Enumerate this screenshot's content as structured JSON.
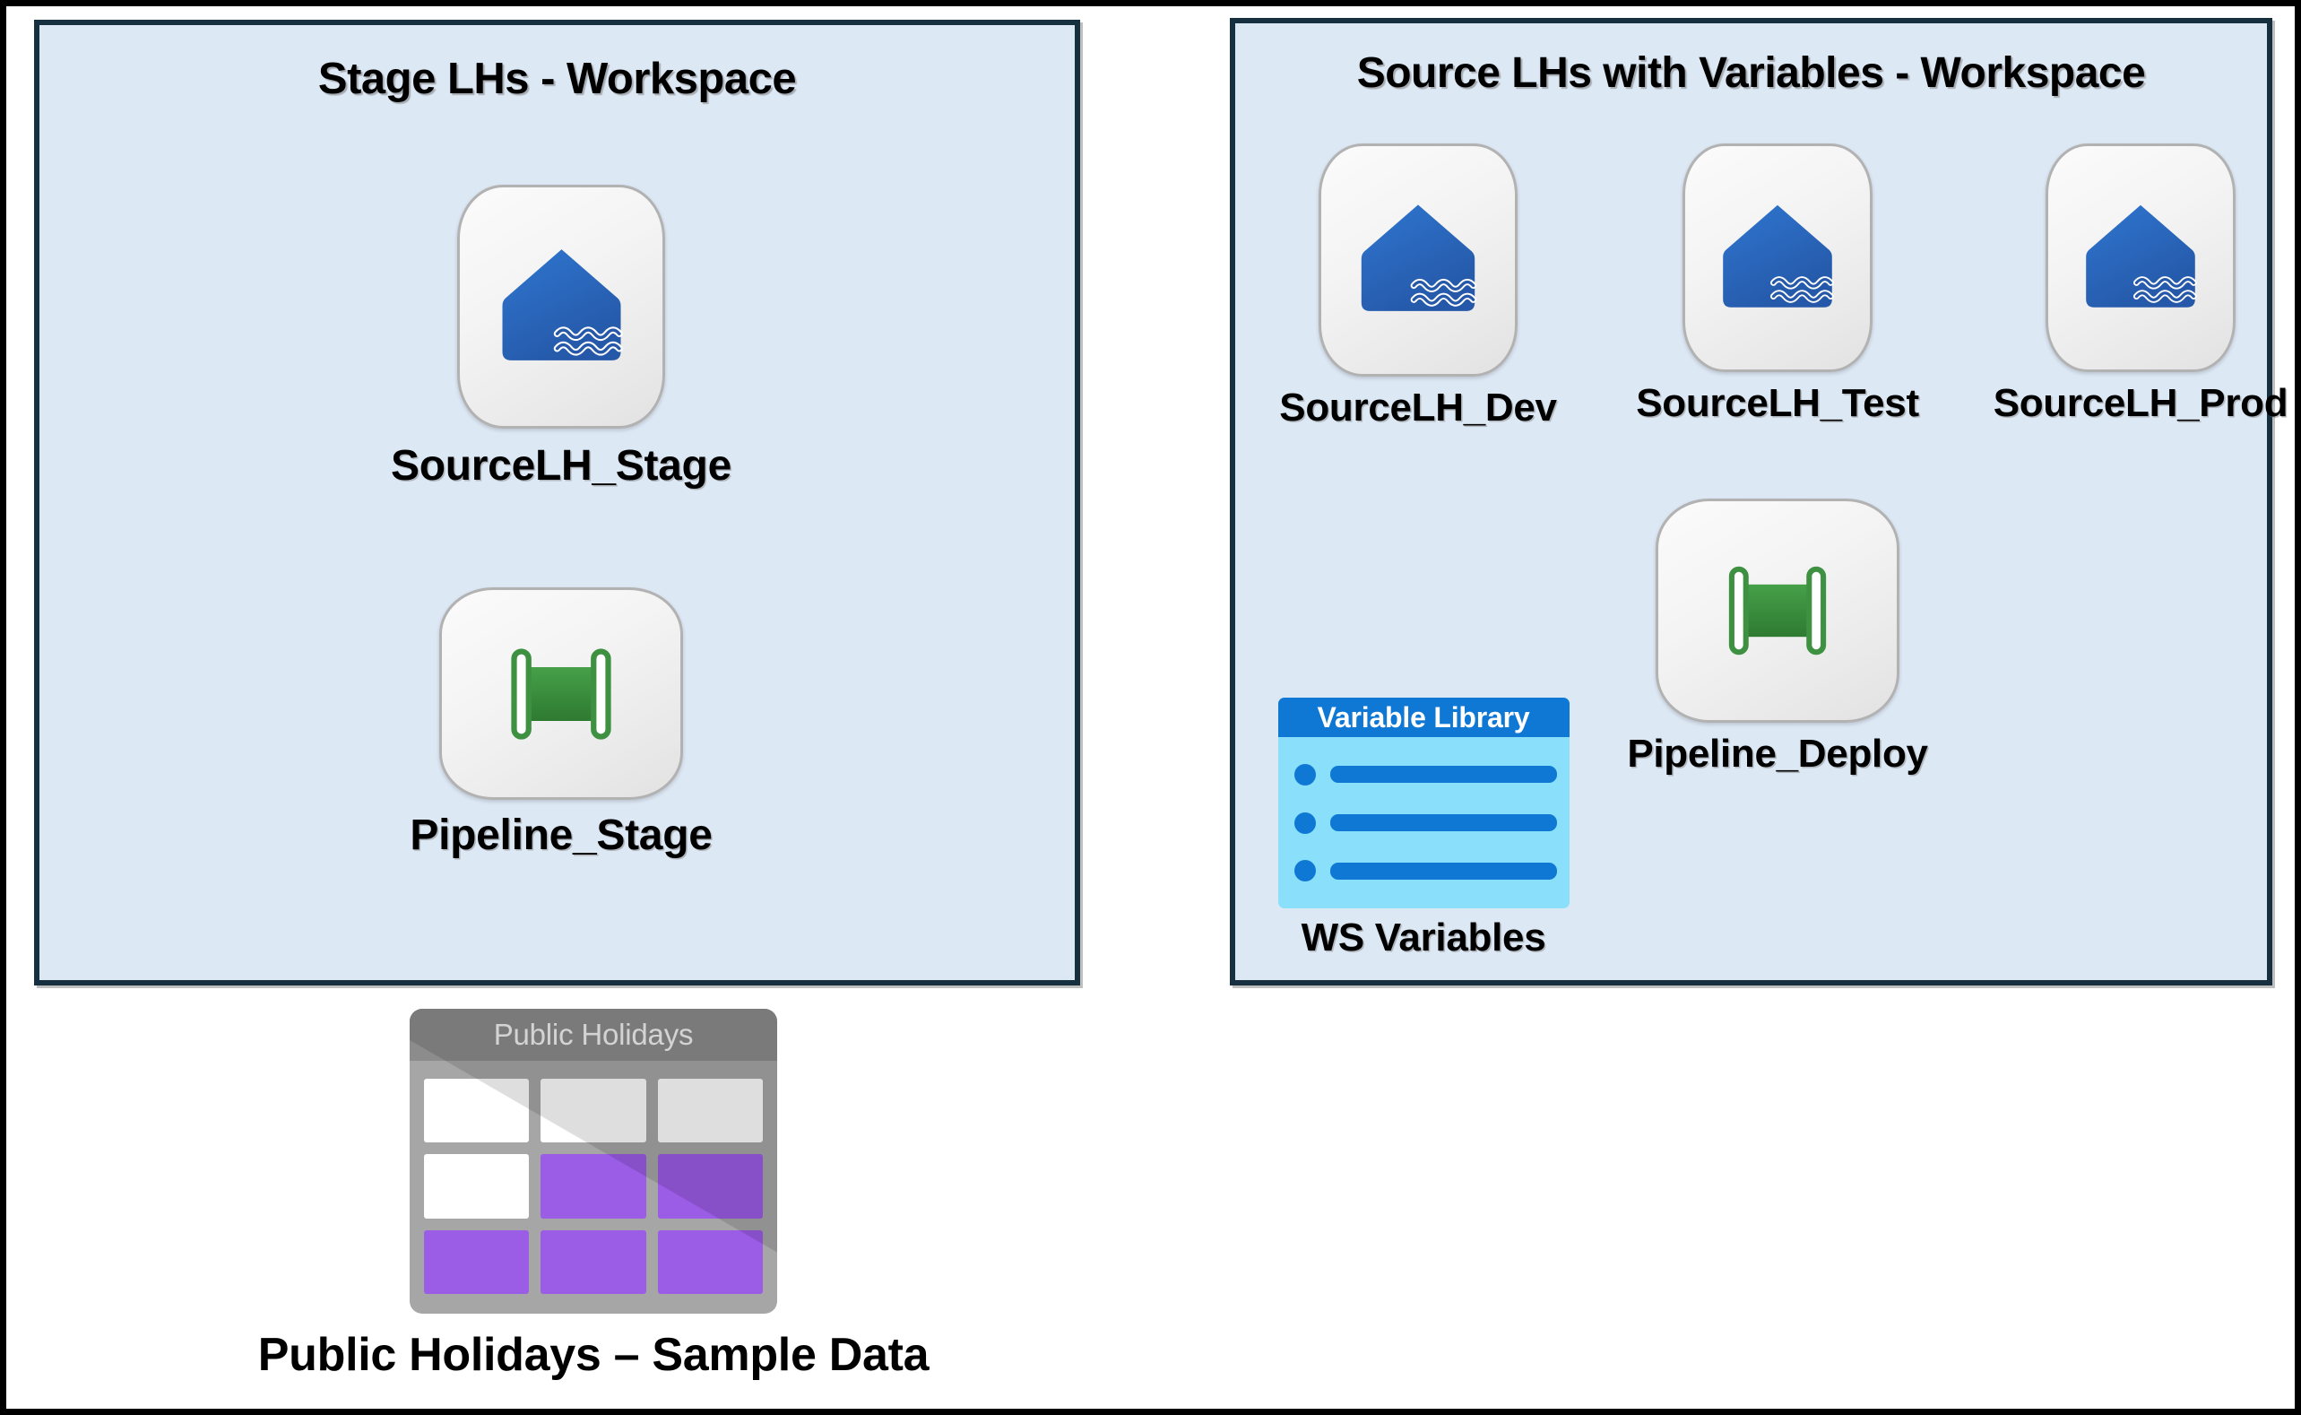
{
  "diagram": {
    "panels": [
      {
        "id": "stage",
        "title": "Stage LHs - Workspace",
        "items": [
          {
            "label": "SourceLH_Stage",
            "icon": "lakehouse-icon"
          },
          {
            "label": "Pipeline_Stage",
            "icon": "pipeline-icon"
          }
        ]
      },
      {
        "id": "source",
        "title": "Source LHs with Variables - Workspace",
        "items": [
          {
            "label": "SourceLH_Dev",
            "icon": "lakehouse-icon"
          },
          {
            "label": "SourceLH_Test",
            "icon": "lakehouse-icon"
          },
          {
            "label": "SourceLH_Prod",
            "icon": "lakehouse-icon"
          },
          {
            "label": "Pipeline_Deploy",
            "icon": "pipeline-icon"
          },
          {
            "label": "WS Variables",
            "icon": "variable-library-icon",
            "card_title": "Variable Library"
          }
        ]
      }
    ],
    "standalone": [
      {
        "label": "Public Holidays – Sample Data",
        "icon": "table-icon",
        "card_title": "Public Holidays",
        "grid": [
          [
            "white",
            "white",
            "white"
          ],
          [
            "white",
            "purple",
            "purple"
          ],
          [
            "purple",
            "purple",
            "purple"
          ]
        ]
      }
    ]
  },
  "colors": {
    "panel_background": "#dde8f5",
    "panel_border": "#16303f",
    "lakehouse_blue": "#2b6cc4",
    "pipeline_green": "#3f9142",
    "variable_header_blue": "#0f78d4",
    "variable_body_blue": "#8ae0fb",
    "table_purple": "#9b5ce6",
    "table_gray": "#a6a6a6",
    "outer_border": "#000000"
  }
}
